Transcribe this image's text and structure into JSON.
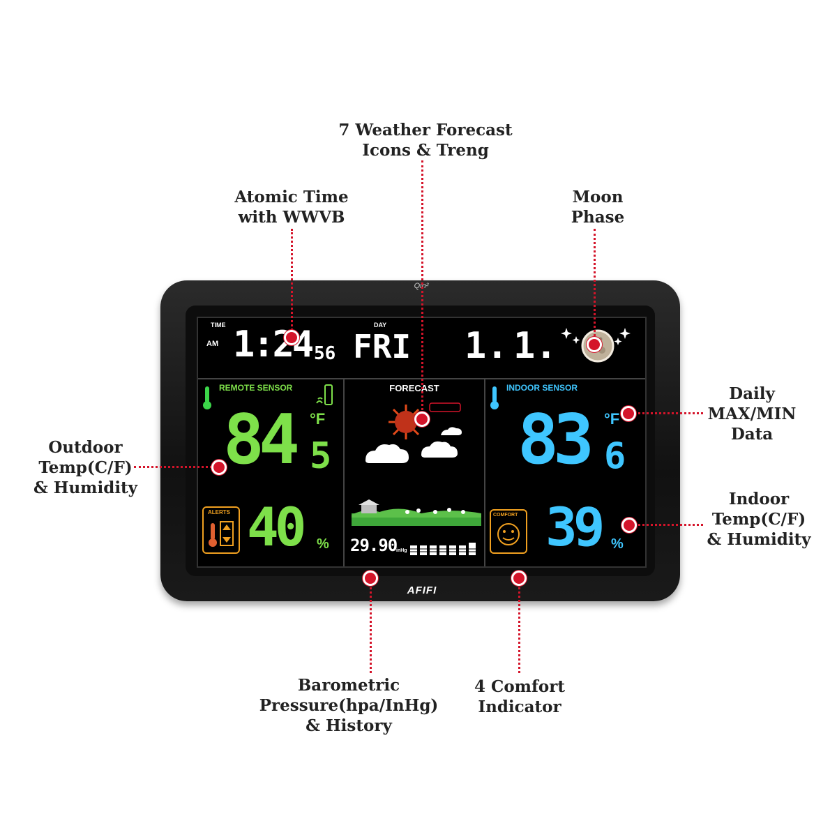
{
  "callouts": {
    "forecast": [
      "7 Weather Forecast",
      "Icons & Treng"
    ],
    "atomic": [
      "Atomic Time",
      "with WWVB"
    ],
    "moon": [
      "Moon",
      "Phase"
    ],
    "maxmin": [
      "Daily",
      "MAX/MIN",
      "Data"
    ],
    "outdoor": [
      "Outdoor",
      "Temp(C/F)",
      "& Humidity"
    ],
    "indoor": [
      "Indoor",
      "Temp(C/F)",
      "& Humidity"
    ],
    "pressure": [
      "Barometric",
      "Pressure(hpa/InHg)",
      "& History"
    ],
    "comfort": [
      "4 Comfort",
      "Indicator"
    ]
  },
  "device": {
    "brand_top": "Qin²",
    "brand_bottom": "AFIFI",
    "time_label": "TIME",
    "ampm": "AM",
    "time": "1:24",
    "seconds": "56",
    "day_label": "DAY",
    "day": "FRI",
    "date_left": "1.",
    "date_right": "1.",
    "remote_label": "REMOTE SENSOR",
    "remote_temp": "84",
    "remote_temp_dec": "5",
    "remote_unit": "°F",
    "remote_humidity": "40",
    "humidity_unit": "%",
    "alerts_label": "ALERTS",
    "forecast_label": "FORECAST",
    "pressure_value": "29.90",
    "pressure_unit": "inHg",
    "indoor_label": "INDOOR SENSOR",
    "indoor_temp": "83",
    "indoor_temp_dec": "6",
    "indoor_unit": "°F",
    "indoor_humidity": "39",
    "comfort_label": "COMFORT"
  },
  "colors": {
    "remote": "#7ee04a",
    "indoor": "#3fc6ff",
    "accent_red": "#d4142a",
    "alert_orange": "#f0a020"
  }
}
